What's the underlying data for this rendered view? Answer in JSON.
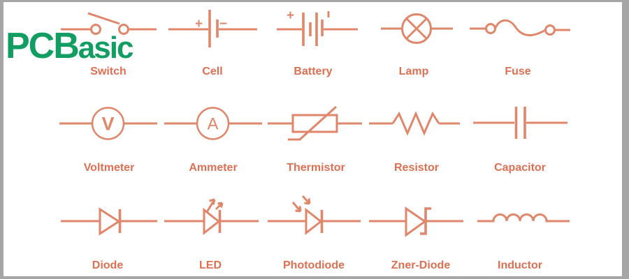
{
  "colors": {
    "symbol_stroke": "#e0866a",
    "label_text": "#dd6f52",
    "logo_green": "#129e63",
    "frame": "#a6a6a6",
    "background": "#ffffff"
  },
  "logo": {
    "part1": "PCB",
    "part2": "asic"
  },
  "symbols": [
    {
      "name": "switch",
      "label": "Switch"
    },
    {
      "name": "cell",
      "label": "Cell",
      "plus": "+",
      "minus": "−"
    },
    {
      "name": "battery",
      "label": "Battery",
      "plus": "+"
    },
    {
      "name": "lamp",
      "label": "Lamp"
    },
    {
      "name": "fuse",
      "label": "Fuse"
    },
    {
      "name": "voltmeter",
      "label": "Voltmeter",
      "letter": "V"
    },
    {
      "name": "ammeter",
      "label": "Ammeter",
      "letter": "A"
    },
    {
      "name": "thermistor",
      "label": "Thermistor"
    },
    {
      "name": "resistor",
      "label": "Resistor"
    },
    {
      "name": "capacitor",
      "label": "Capacitor"
    },
    {
      "name": "diode",
      "label": "Diode"
    },
    {
      "name": "led",
      "label": "LED"
    },
    {
      "name": "photodiode",
      "label": "Photodiode"
    },
    {
      "name": "zener_diode",
      "label": "Zner-Diode"
    },
    {
      "name": "inductor",
      "label": "Inductor"
    }
  ]
}
